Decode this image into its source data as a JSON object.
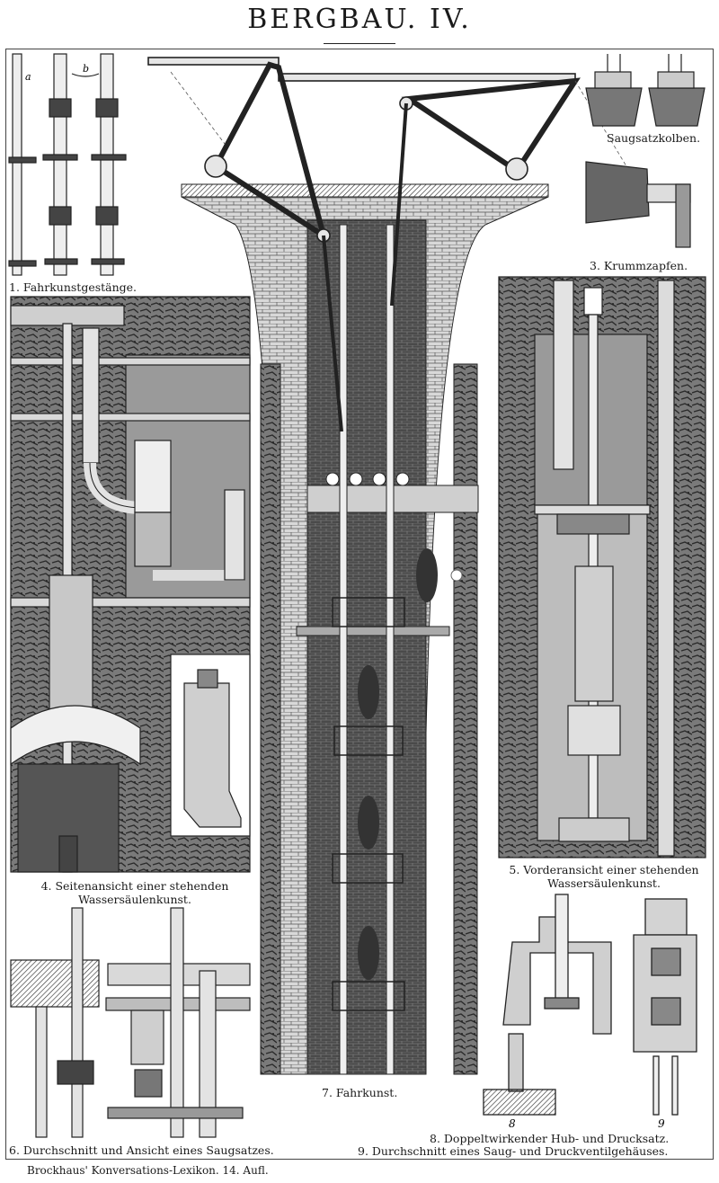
{
  "plate": {
    "title": "BERGBAU. IV.",
    "footer": "Brockhaus' Konversations-Lexikon.   14. Aufl."
  },
  "figures": {
    "fig1": {
      "caption": "1. Fahrkunstgestänge.",
      "label_a": "a",
      "label_b": "b"
    },
    "fig2": {
      "caption": "Saugsatzkolben."
    },
    "fig3": {
      "caption": "3. Krummzapfen."
    },
    "fig4": {
      "caption_line1": "4. Seitenansicht einer stehenden",
      "caption_line2": "Wassersäulenkunst."
    },
    "fig5": {
      "caption_line1": "5. Vorderansicht einer stehenden",
      "caption_line2": "Wassersäulenkunst."
    },
    "fig6": {
      "caption": "6. Durchschnitt und Ansicht eines Saugsatzes."
    },
    "fig7": {
      "caption": "7. Fahrkunst."
    },
    "fig8": {
      "caption": "8. Doppeltwirkender Hub- und Drucksatz.",
      "num": "8"
    },
    "fig9": {
      "caption": "9. Durchschnitt eines Saug- und Druckventilgehäuses.",
      "num": "9"
    }
  }
}
